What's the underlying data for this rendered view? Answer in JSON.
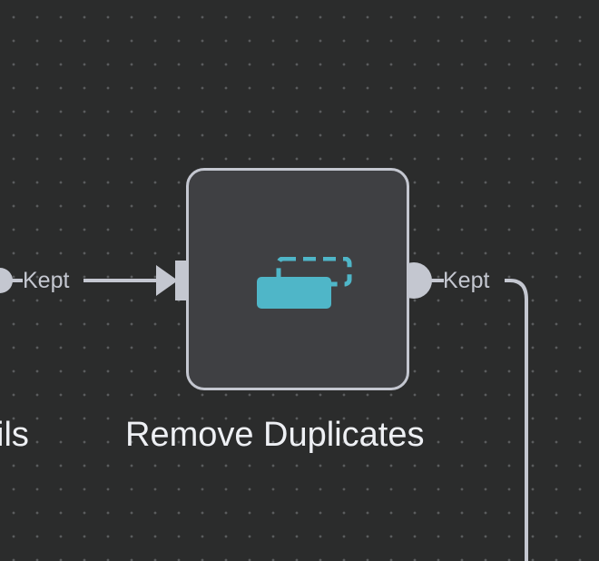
{
  "canvas": {
    "background": "#2b2c2c",
    "grid_dot_color": "#5a5c5e"
  },
  "nodes": {
    "left_partial": {
      "title_fragment": "ils",
      "output_port_label": "Kept"
    },
    "remove_duplicates": {
      "title": "Remove Duplicates",
      "icon": "remove-duplicates-icon",
      "output_port_label": "Kept"
    }
  },
  "colors": {
    "node_fill": "#3f4043",
    "node_border": "#c4c7d0",
    "connector": "#c4c7d0",
    "icon_accent": "#4fb6c8",
    "label_text": "#eef0f4"
  }
}
